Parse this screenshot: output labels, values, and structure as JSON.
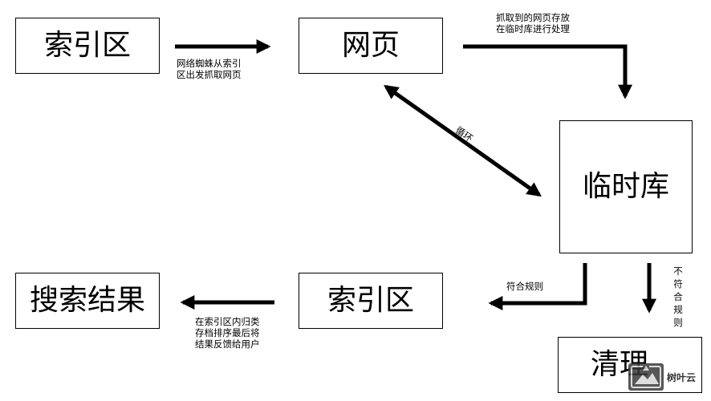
{
  "nodes": {
    "index_top": "索引区",
    "webpage": "网页",
    "temp_store": "临时库",
    "index_bottom": "索引区",
    "search_results": "搜索结果",
    "cleanup": "清理"
  },
  "edges": {
    "index_to_webpage": [
      "网络蜘蛛从索引",
      "区出发抓取网页"
    ],
    "webpage_to_temp": [
      "抓取到的网页存放",
      "在临时库进行处理"
    ],
    "cycle": "循环",
    "conform": "符合规则",
    "not_conform": "不符合规则",
    "to_results": [
      "在索引区内归类",
      "存档排序最后将",
      "结果反馈给用户"
    ]
  },
  "watermark": {
    "text": "树叶云",
    "icon": "tree-leaf-logo-icon"
  }
}
